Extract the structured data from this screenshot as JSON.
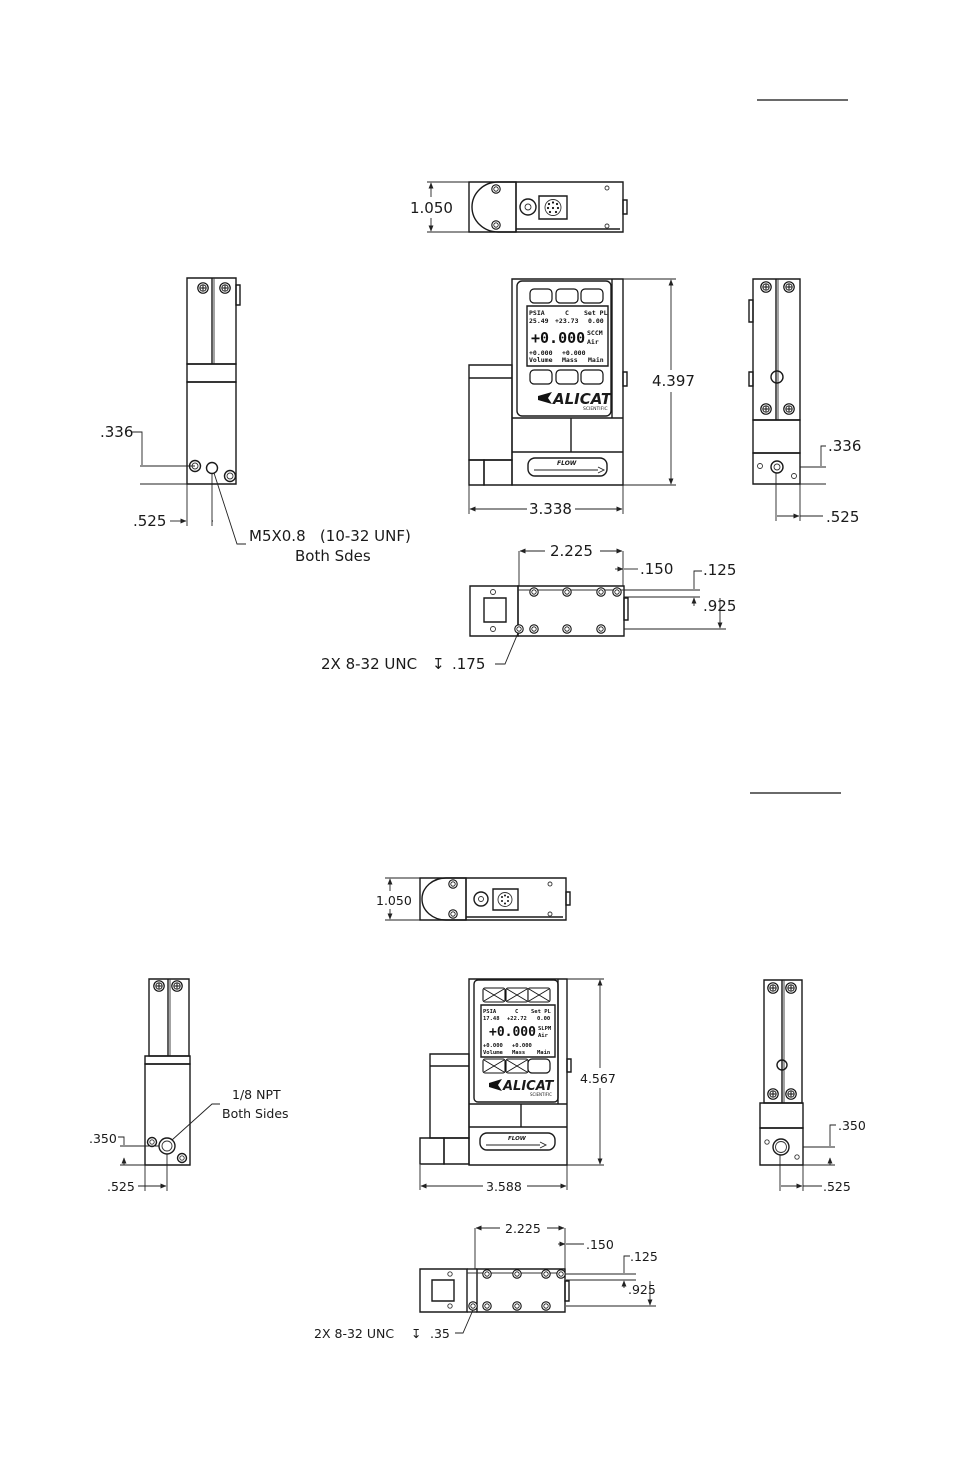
{
  "drawing_a": {
    "top_view_height": "1.050",
    "left_port_offset": ".336",
    "left_port_edge": ".525",
    "left_port_callout_line1": "M5X0.8   (10-32 UNF)",
    "left_port_callout_line2": "Both Sdes",
    "front_height": "4.397",
    "front_width": "3.338",
    "right_port_offset": ".336",
    "right_port_edge": ".525",
    "bottom_hole_spacing": "2.225",
    "bottom_edge_offset": ".150",
    "bottom_hole_y": ".125",
    "bottom_row_spacing": ".925",
    "mount_callout_prefix": "2X 8-32 UNC",
    "mount_callout_depth_symbol": "↧",
    "mount_callout_depth": ".175",
    "lcd": {
      "row1": [
        "PSIA",
        "C",
        "Set PL"
      ],
      "row2": [
        "25.49",
        "+23.73",
        "0.00"
      ],
      "main_value": "+0.000",
      "unit_top": "SCCM",
      "unit_bottom": "Air",
      "row4": [
        "+0.000",
        "+0.000",
        ""
      ],
      "row5": [
        "Volume",
        "Mass",
        "Main"
      ]
    },
    "logo_text": "ALICAT",
    "logo_subtext": "SCIENTIFIC",
    "flow_label": "FLOW"
  },
  "drawing_b": {
    "top_view_height": "1.050",
    "left_port_callout_line1": "1/8 NPT",
    "left_port_callout_line2": "Both Sides",
    "left_port_offset": ".350",
    "left_port_edge": ".525",
    "front_height": "4.567",
    "front_width": "3.588",
    "right_port_offset": ".350",
    "right_port_edge": ".525",
    "bottom_hole_spacing": "2.225",
    "bottom_edge_offset": ".150",
    "bottom_hole_y": ".125",
    "bottom_row_spacing": ".925",
    "mount_callout_prefix": "2X 8-32 UNC",
    "mount_callout_depth_symbol": "↧",
    "mount_callout_depth": ".35",
    "lcd": {
      "row1": [
        "PSIA",
        "C",
        "Set PL"
      ],
      "row2": [
        "17.48",
        "+22.72",
        "0.00"
      ],
      "main_value": "+0.000",
      "unit_top": "SLPM",
      "unit_bottom": "Air",
      "row4": [
        "+0.000",
        "+0.000",
        ""
      ],
      "row5": [
        "Volume",
        "Mass",
        "Main"
      ]
    },
    "logo_text": "ALICAT",
    "logo_subtext": "SCIENTIFIC",
    "flow_label": "FLOW"
  }
}
